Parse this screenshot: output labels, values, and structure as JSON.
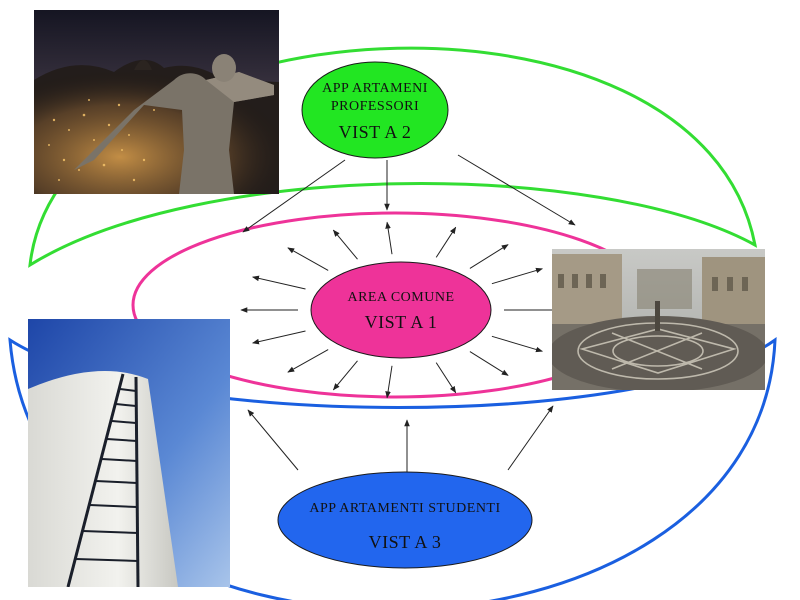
{
  "nodes": {
    "professori": {
      "line1": "APP ARTAMENI",
      "line2": "PROFESSORI",
      "vista": "VIST A 2"
    },
    "comune": {
      "line1": "AREA COMUNE",
      "vista": "VIST A 1"
    },
    "studenti": {
      "line1": "APP ARTAMENTI STUDENTI",
      "vista": "VIST A 3"
    }
  },
  "colors": {
    "professori_fill": "#22e622",
    "professori_ring": "#33dd33",
    "comune_fill": "#ee3399",
    "comune_ring": "#ee3399",
    "studenti_fill": "#2266ee",
    "studenti_ring": "#1a5fe0",
    "arrow": "#222222"
  },
  "photos": [
    {
      "name": "photo-rio-christ-statue",
      "subject": "night city view with statue"
    },
    {
      "name": "photo-campidoglio-square",
      "subject": "paved piazza with buildings"
    },
    {
      "name": "photo-ladder-tower",
      "subject": "ladder on white tower, blue sky"
    }
  ]
}
